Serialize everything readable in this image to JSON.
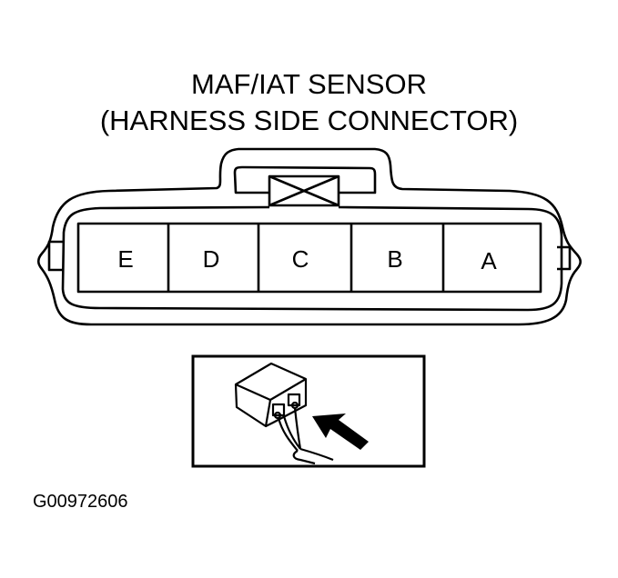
{
  "diagram": {
    "title_line1": "MAF/IAT SENSOR",
    "title_line2": "(HARNESS SIDE CONNECTOR)",
    "connector": {
      "pins": [
        {
          "label": "E"
        },
        {
          "label": "D"
        },
        {
          "label": "C"
        },
        {
          "label": "B"
        },
        {
          "label": "A"
        }
      ],
      "latch_marker": "x-box"
    },
    "inset": {
      "description": "connector-probe-illustration",
      "arrow": "insertion-arrow"
    },
    "figure_code": "G00972606",
    "colors": {
      "line": "#000000",
      "background": "#ffffff"
    }
  }
}
